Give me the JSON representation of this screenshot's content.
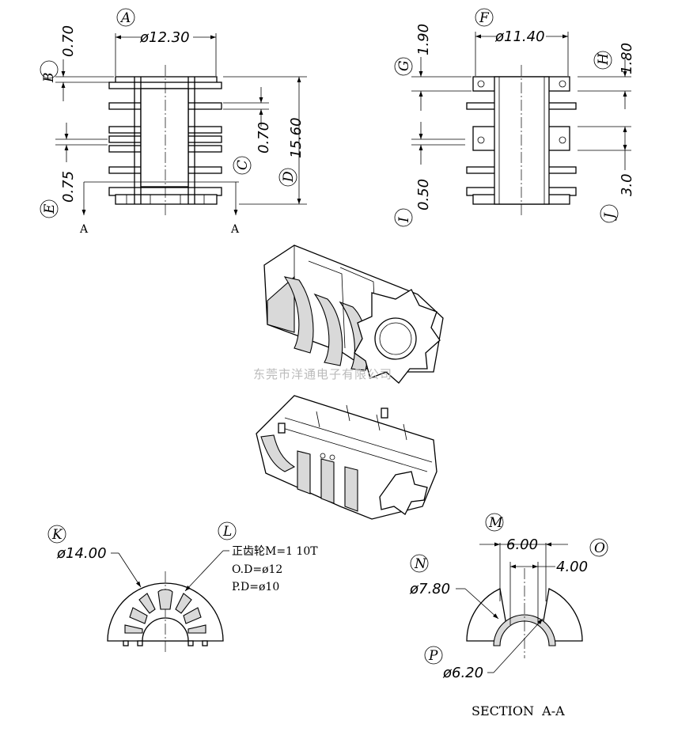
{
  "views": {
    "front": {
      "balloons": [
        "A",
        "B",
        "C",
        "D",
        "E"
      ],
      "dims": [
        "ø12.30",
        "0.70",
        "0.70",
        "15.60",
        "0.75"
      ],
      "section_marks": [
        "A",
        "A"
      ]
    },
    "side": {
      "balloons": [
        "F",
        "G",
        "H",
        "I",
        "J"
      ],
      "dims": [
        "ø11.40",
        "1.90",
        "1.80",
        "0.50",
        "3.0"
      ]
    },
    "bottom_left": {
      "balloons": [
        "K",
        "L"
      ],
      "dims": [
        "ø14.00"
      ],
      "gear_note": [
        "正齿轮M=1 10T",
        "O.D=ø12",
        "P.D=ø10"
      ]
    },
    "section": {
      "balloons": [
        "M",
        "N",
        "O",
        "P"
      ],
      "dims": [
        "6.00",
        "4.00",
        "ø7.80",
        "ø6.20"
      ],
      "title": "SECTION  A-A"
    }
  },
  "watermark": "东莞市洋通电子有限公司"
}
